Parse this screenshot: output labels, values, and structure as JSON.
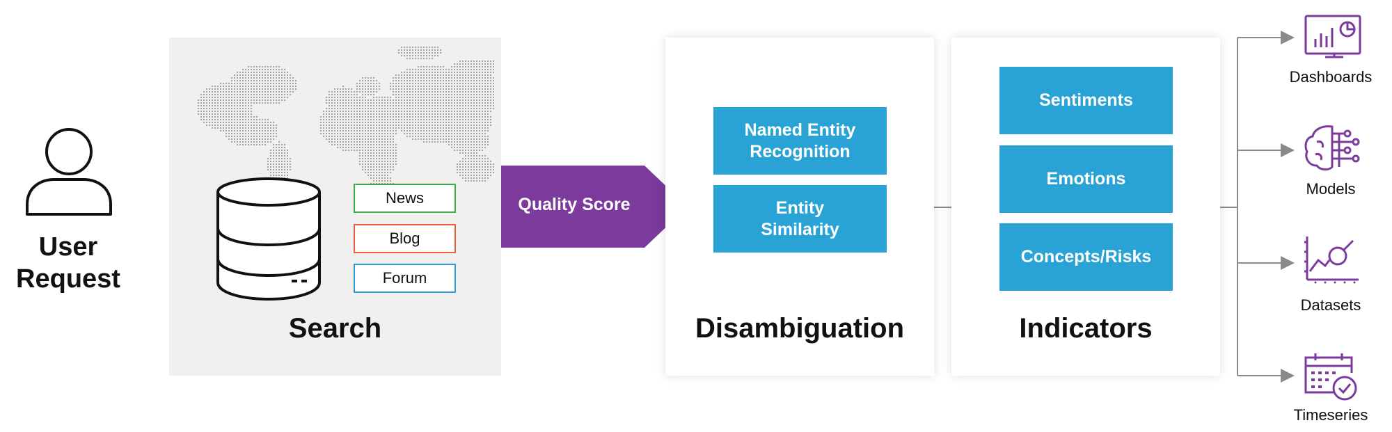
{
  "user": {
    "icon": "user-icon",
    "label_line1": "User",
    "label_line2": "Request"
  },
  "search": {
    "title": "Search",
    "sources": [
      {
        "label": "News",
        "color": "#3fae49"
      },
      {
        "label": "Blog",
        "color": "#e8623a"
      },
      {
        "label": "Forum",
        "color": "#2e9fd6"
      }
    ]
  },
  "quality_score": {
    "label": "Quality Score",
    "color": "#7b3a9c"
  },
  "disambiguation": {
    "title": "Disambiguation",
    "items": [
      {
        "line1": "Named Entity",
        "line2": "Recognition"
      },
      {
        "line1": "Entity",
        "line2": "Similarity"
      }
    ]
  },
  "indicators": {
    "title": "Indicators",
    "items": [
      "Sentiments",
      "Emotions",
      "Concepts/Risks"
    ]
  },
  "outputs": [
    {
      "label": "Dashboards",
      "icon": "dashboard-icon"
    },
    {
      "label": "Models",
      "icon": "brain-network-icon"
    },
    {
      "label": "Datasets",
      "icon": "dataset-chart-icon"
    },
    {
      "label": "Timeseries",
      "icon": "calendar-clock-icon"
    }
  ],
  "colors": {
    "accent_blue": "#29a3d6",
    "accent_purple": "#7b3a9c",
    "connector": "#8a8a8a",
    "panel_grey": "#f0f0f0"
  }
}
